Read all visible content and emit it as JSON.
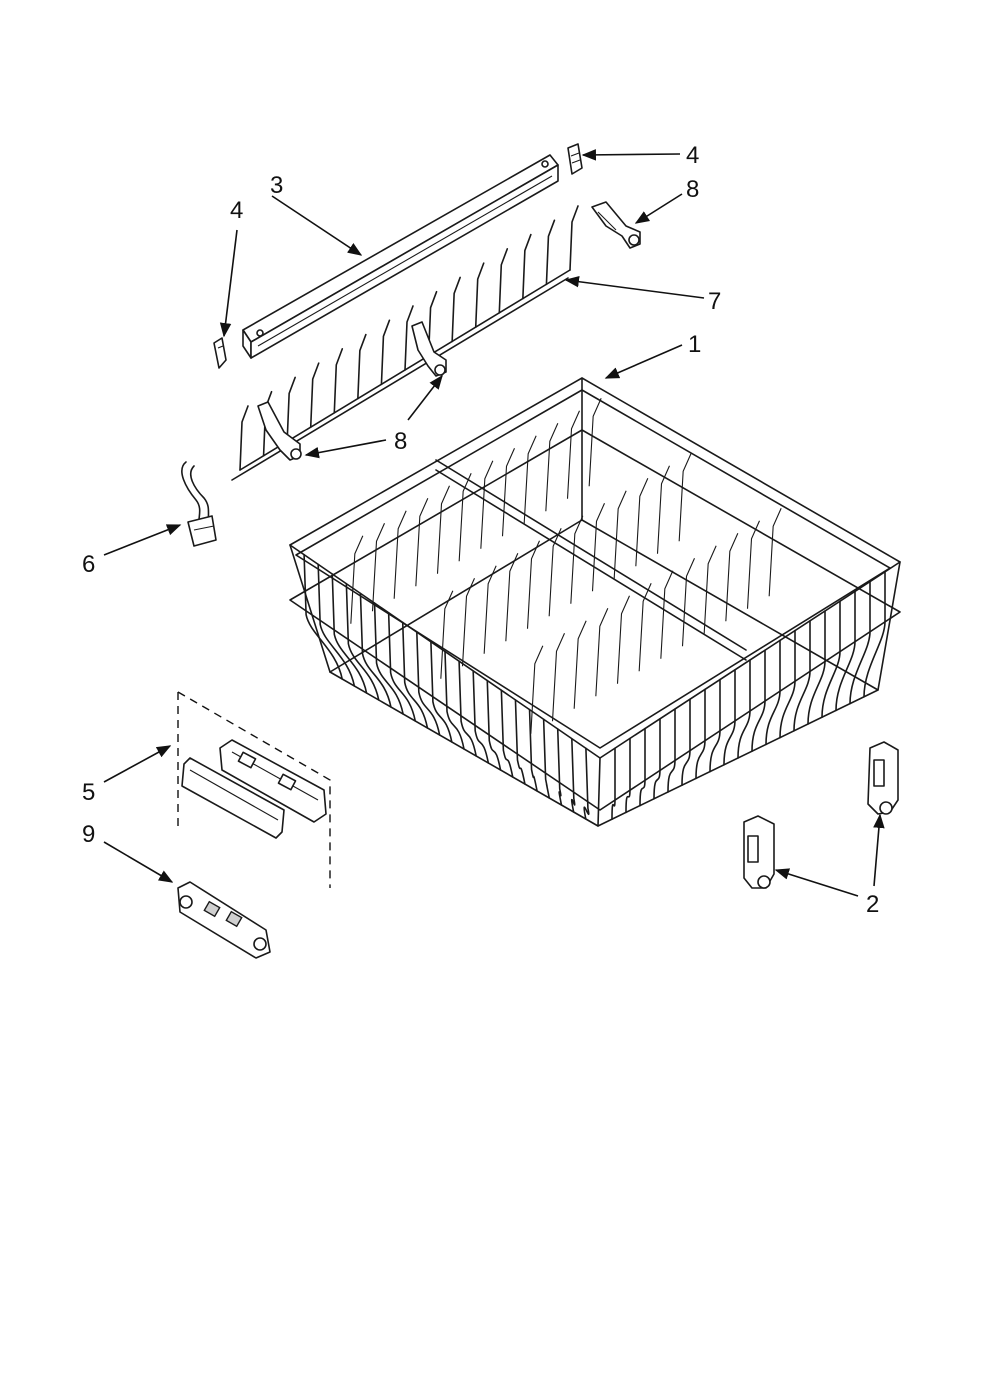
{
  "callouts": [
    {
      "id": "c-4-top",
      "text": "4"
    },
    {
      "id": "c-3",
      "text": "3"
    },
    {
      "id": "c-4-left",
      "text": "4"
    },
    {
      "id": "c-8-top",
      "text": "8"
    },
    {
      "id": "c-7",
      "text": "7"
    },
    {
      "id": "c-1",
      "text": "1"
    },
    {
      "id": "c-8-mid",
      "text": "8"
    },
    {
      "id": "c-6",
      "text": "6"
    },
    {
      "id": "c-5",
      "text": "5"
    },
    {
      "id": "c-9",
      "text": "9"
    },
    {
      "id": "c-2",
      "text": "2"
    }
  ]
}
